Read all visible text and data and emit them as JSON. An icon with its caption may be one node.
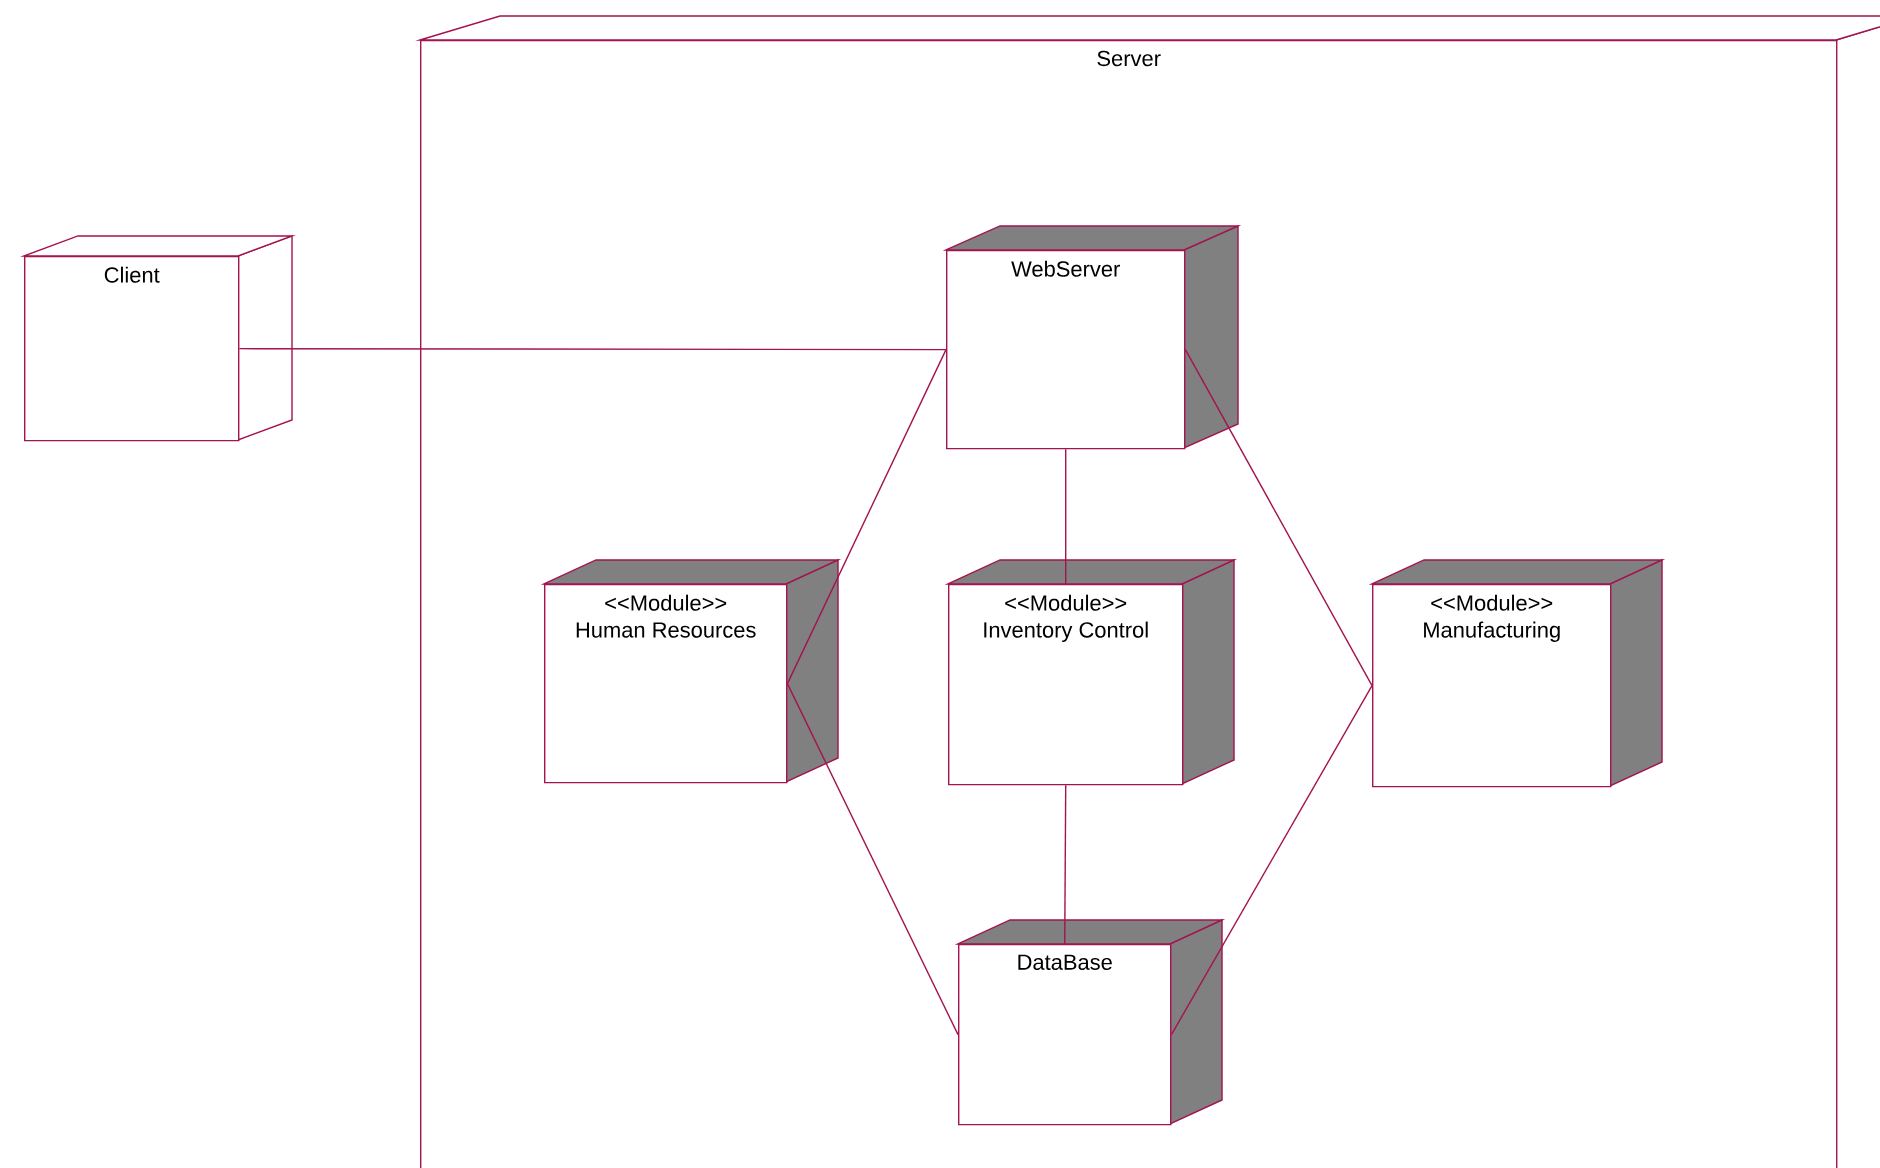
{
  "diagram": {
    "nodes": [
      {
        "text": [
          "Server"
        ]
      },
      {
        "text": [
          "Client"
        ]
      },
      {
        "text": [
          "WebServer"
        ],
        "in": 0
      },
      {
        "text": [
          "<<Module>>",
          "Human Resources"
        ],
        "in": 0
      },
      {
        "text": [
          "<<Module>>",
          "Inventory Control"
        ],
        "in": 0
      },
      {
        "text": [
          "<<Module>>",
          "Manufacturing"
        ],
        "in": 0
      },
      {
        "text": [
          "DataBase"
        ],
        "in": 0
      }
    ],
    "edges": [
      {
        "from": 1,
        "to": 2,
        "arrow": "none"
      },
      {
        "from": 2,
        "to": 3,
        "arrow": "none"
      },
      {
        "from": 2,
        "to": 4,
        "arrow": "none"
      },
      {
        "from": 2,
        "to": 5,
        "arrow": "none"
      },
      {
        "from": 3,
        "to": 6,
        "arrow": "none"
      },
      {
        "from": 4,
        "to": 6,
        "arrow": "none"
      },
      {
        "from": 5,
        "to": 6,
        "arrow": "none"
      }
    ]
  }
}
